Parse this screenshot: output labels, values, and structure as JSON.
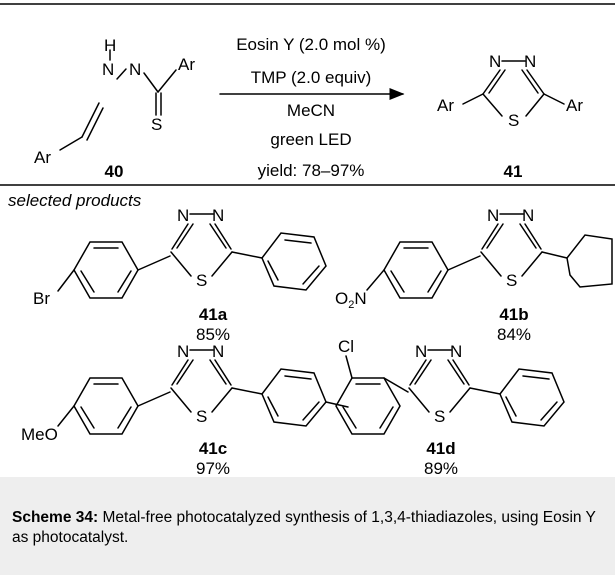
{
  "reaction": {
    "conditions": [
      "Eosin Y (2.0 mol %)",
      "TMP (2.0 equiv)",
      "MeCN",
      "green LED"
    ],
    "yield": "yield: 78–97%",
    "reactant_label": "40",
    "product_label": "41",
    "atoms": {
      "H": "H",
      "N": "N",
      "S": "S",
      "Ar": "Ar"
    }
  },
  "section": {
    "heading": "selected products"
  },
  "products": [
    {
      "label": "41a",
      "yield": "85%",
      "substituent": "Br"
    },
    {
      "label": "41b",
      "yield": "84%",
      "substituent": "O2N"
    },
    {
      "label": "41c",
      "yield": "97%",
      "substituent": "MeO"
    },
    {
      "label": "41d",
      "yield": "89%",
      "substituent": "Cl"
    }
  ],
  "caption": {
    "title": "Scheme 34:",
    "text": " Metal-free photocatalyzed synthesis of 1,3,4-thiadiazoles, using Eosin Y as photocatalyst."
  }
}
